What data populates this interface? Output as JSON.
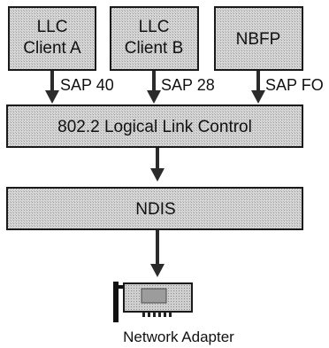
{
  "diagram": {
    "clients": [
      {
        "line1": "LLC",
        "line2": "Client A",
        "sap": "SAP 40"
      },
      {
        "line1": "LLC",
        "line2": "Client B",
        "sap": "SAP 28"
      },
      {
        "line1": "NBFP",
        "line2": "",
        "sap": "SAP FO"
      }
    ],
    "llc_layer": "802.2 Logical Link Control",
    "ndis_layer": "NDIS",
    "adapter_label": "Network Adapter"
  },
  "colors": {
    "box_fill": "#d4d4d4",
    "ink": "#1a1a1a",
    "card_fill": "#c9c9c9"
  }
}
